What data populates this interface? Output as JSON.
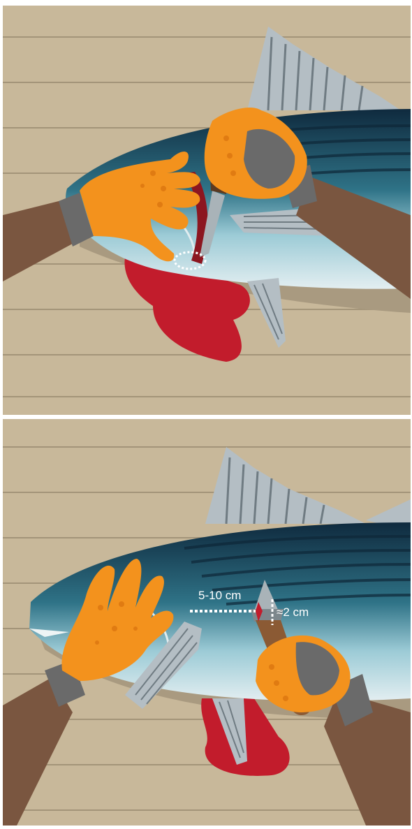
{
  "panels": [
    {
      "step": "gill-cut",
      "elements": [
        "tuna-fish",
        "left-glove-hand",
        "right-glove-hand-with-knife",
        "blood-pool",
        "cut-location-highlight"
      ]
    },
    {
      "step": "spinal-cut",
      "elements": [
        "tuna-fish",
        "left-glove-hand",
        "right-glove-hand-with-spike",
        "blood-pool",
        "measurement-annotation"
      ]
    }
  ],
  "annotation": {
    "distance_label": "5-10 cm",
    "depth_label": "≈2 cm"
  },
  "colors": {
    "background": "#c8b89a",
    "plank_line": "#a39479",
    "fish_dark": "#123146",
    "fish_mid": "#2f7387",
    "fish_belly": "#dde9ec",
    "fin": "#b4bec4",
    "glove": "#f3921d",
    "glove_palm": "#6a6a6a",
    "skin": "#7a5640",
    "blood": "#c21c2c",
    "handle": "#8b5a34",
    "blade": "#a9b3b8"
  }
}
